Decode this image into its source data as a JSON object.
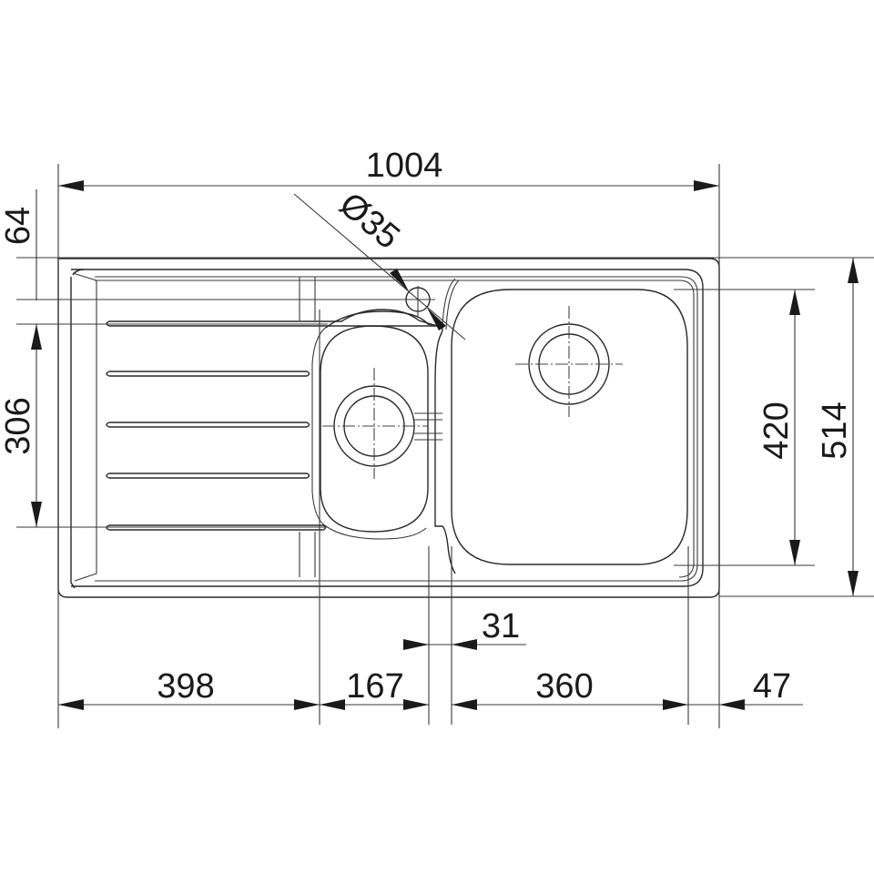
{
  "drawing": {
    "title": "Kitchen sink dimension drawing (top view)",
    "units": "mm",
    "line_color": "#2a2a2a",
    "background": "#ffffff"
  },
  "dimensions": {
    "overall_width": {
      "label": "1004",
      "value": 1004
    },
    "overall_depth": {
      "label": "514",
      "value": 514
    },
    "bowl_depth": {
      "label": "420",
      "value": 420
    },
    "drainer_rib_span": {
      "label": "306",
      "value": 306
    },
    "tap_hole_offset": {
      "label": "64",
      "value": 64
    },
    "tap_hole_diameter": {
      "label": "Ø35",
      "value": 35
    },
    "drainer_width": {
      "label": "398",
      "value": 398
    },
    "small_bowl_width": {
      "label": "167",
      "value": 167
    },
    "bowl_divider": {
      "label": "31",
      "value": 31
    },
    "large_bowl_width": {
      "label": "360",
      "value": 360
    },
    "right_rim": {
      "label": "47",
      "value": 47
    }
  },
  "components": {
    "drainer": {
      "name": "Drainer board",
      "rib_count": 5
    },
    "small_bowl": {
      "name": "Small bowl",
      "has_overflow": true
    },
    "large_bowl": {
      "name": "Large bowl"
    },
    "tap_hole": {
      "name": "Tap hole"
    }
  }
}
